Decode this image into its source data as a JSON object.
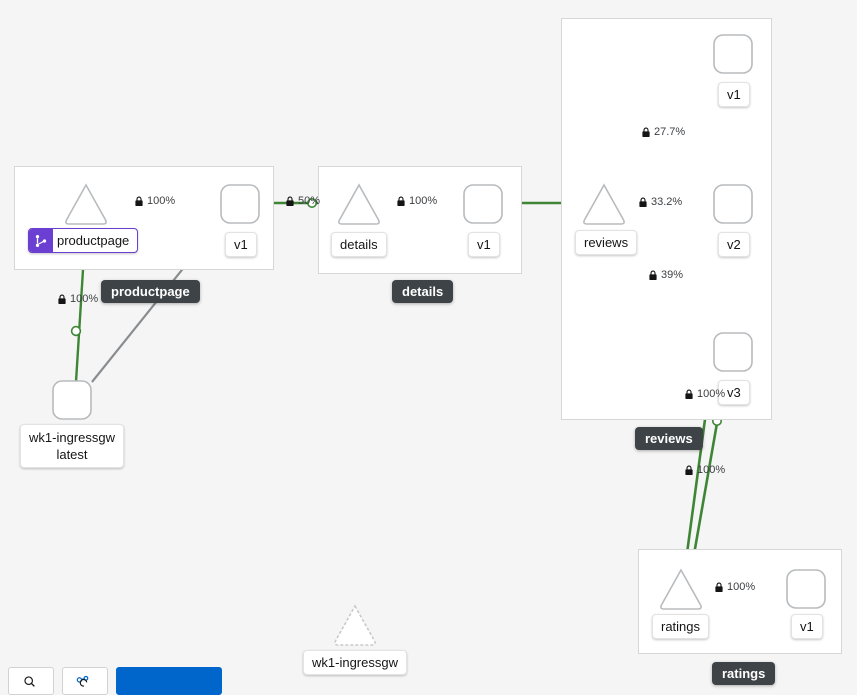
{
  "canvas": {
    "background": "#f5f5f5",
    "edge_color": "#3e8635",
    "idle_edge_color": "#8a8d90",
    "badge_color": "#6a3fd1",
    "group_label_bg": "#3d4347",
    "primary_button_color": "#0066cc"
  },
  "groups": [
    {
      "id": "productpage",
      "label": "productpage"
    },
    {
      "id": "details",
      "label": "details"
    },
    {
      "id": "reviews",
      "label": "reviews"
    },
    {
      "id": "ratings",
      "label": "ratings"
    }
  ],
  "nodes": [
    {
      "id": "pp-svc",
      "label": "productpage",
      "shape": "triangle",
      "badge": "workflow-icon"
    },
    {
      "id": "pp-v1",
      "label": "v1",
      "shape": "round-square"
    },
    {
      "id": "det-svc",
      "label": "details",
      "shape": "triangle"
    },
    {
      "id": "det-v1",
      "label": "v1",
      "shape": "round-square"
    },
    {
      "id": "rev-svc",
      "label": "reviews",
      "shape": "triangle"
    },
    {
      "id": "rev-v1",
      "label": "v1",
      "shape": "round-square"
    },
    {
      "id": "rev-v2",
      "label": "v2",
      "shape": "round-square"
    },
    {
      "id": "rev-v3",
      "label": "v3",
      "shape": "round-square"
    },
    {
      "id": "rat-svc",
      "label": "ratings",
      "shape": "triangle"
    },
    {
      "id": "rat-v1",
      "label": "v1",
      "shape": "round-square"
    },
    {
      "id": "ingressgw",
      "label": "wk1-ingressgw\nlatest",
      "label_line1": "wk1-ingressgw",
      "label_line2": "latest",
      "shape": "round-square"
    },
    {
      "id": "ingressgw-svc",
      "label": "wk1-ingressgw",
      "shape": "triangle-dashed"
    }
  ],
  "edges": [
    {
      "id": "e-gw-pp",
      "from": "ingressgw",
      "to": "pp-svc",
      "label": "100%",
      "mtls": true,
      "color": "#3e8635"
    },
    {
      "id": "e-gw-ppv1",
      "from": "ingressgw",
      "to": "pp-v1",
      "label": "",
      "mtls": false,
      "color": "#8a8d90"
    },
    {
      "id": "e-pp-ppv1",
      "from": "pp-svc",
      "to": "pp-v1",
      "label": "100%",
      "mtls": true,
      "color": "#3e8635"
    },
    {
      "id": "e-ppv1-det",
      "from": "pp-v1",
      "to": "det-svc",
      "label": "50%",
      "mtls": true,
      "color": "#3e8635"
    },
    {
      "id": "e-det-detv1",
      "from": "det-svc",
      "to": "det-v1",
      "label": "100%",
      "mtls": true,
      "color": "#3e8635"
    },
    {
      "id": "e-detv1-rev",
      "from": "det-v1",
      "to": "rev-svc",
      "label": "",
      "mtls": false,
      "color": "#3e8635"
    },
    {
      "id": "e-rev-v1",
      "from": "rev-svc",
      "to": "rev-v1",
      "label": "27.7%",
      "mtls": true,
      "color": "#3e8635"
    },
    {
      "id": "e-rev-v2",
      "from": "rev-svc",
      "to": "rev-v2",
      "label": "33.2%",
      "mtls": true,
      "color": "#3e8635"
    },
    {
      "id": "e-rev-v3",
      "from": "rev-svc",
      "to": "rev-v3",
      "label": "39%",
      "mtls": true,
      "color": "#3e8635"
    },
    {
      "id": "e-revv2-rat",
      "from": "rev-v2",
      "to": "rat-svc",
      "label": "100%",
      "mtls": true,
      "color": "#3e8635"
    },
    {
      "id": "e-revv3-rat",
      "from": "rev-v3",
      "to": "rat-svc",
      "label": "100%",
      "mtls": true,
      "color": "#3e8635"
    },
    {
      "id": "e-rat-ratv1",
      "from": "rat-svc",
      "to": "rat-v1",
      "label": "100%",
      "mtls": true,
      "color": "#3e8635"
    }
  ],
  "labels": {
    "pct_gw_pp": "100%",
    "pct_pp_v1": "100%",
    "pct_ppv1_det": "50%",
    "pct_det_v1": "100%",
    "pct_rev_v1": "27.7%",
    "pct_rev_v2": "33.2%",
    "pct_rev_v3": "39%",
    "pct_revv3_rat_inner": "100%",
    "pct_revv2_rat_outer": "100%",
    "pct_rat_v1": "100%"
  },
  "toolbar": {
    "zoom_label": "",
    "legend_label": "",
    "primary_label": ""
  }
}
